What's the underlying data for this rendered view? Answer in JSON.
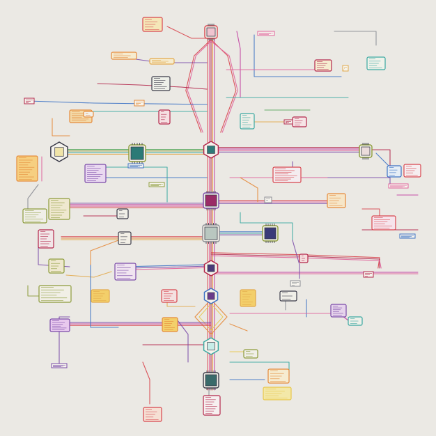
{
  "diagram": {
    "background": "#ebe9e4",
    "palette": {
      "red": "#d8454d",
      "crimson": "#b3264a",
      "pink": "#e0649b",
      "magenta": "#c23fa1",
      "purple": "#7a4aa8",
      "blue": "#3d72c4",
      "teal": "#3aa8a1",
      "green": "#5aa85e",
      "olive": "#8c9b3a",
      "orange": "#e58a3a",
      "amber": "#e2a94a",
      "yellow": "#e8c64a",
      "gray": "#8b8d93",
      "dark": "#3a3a48"
    },
    "node_groups": [
      "spine-chips",
      "left-modules",
      "right-modules",
      "branch-leaves"
    ],
    "has_text_labels": false
  }
}
